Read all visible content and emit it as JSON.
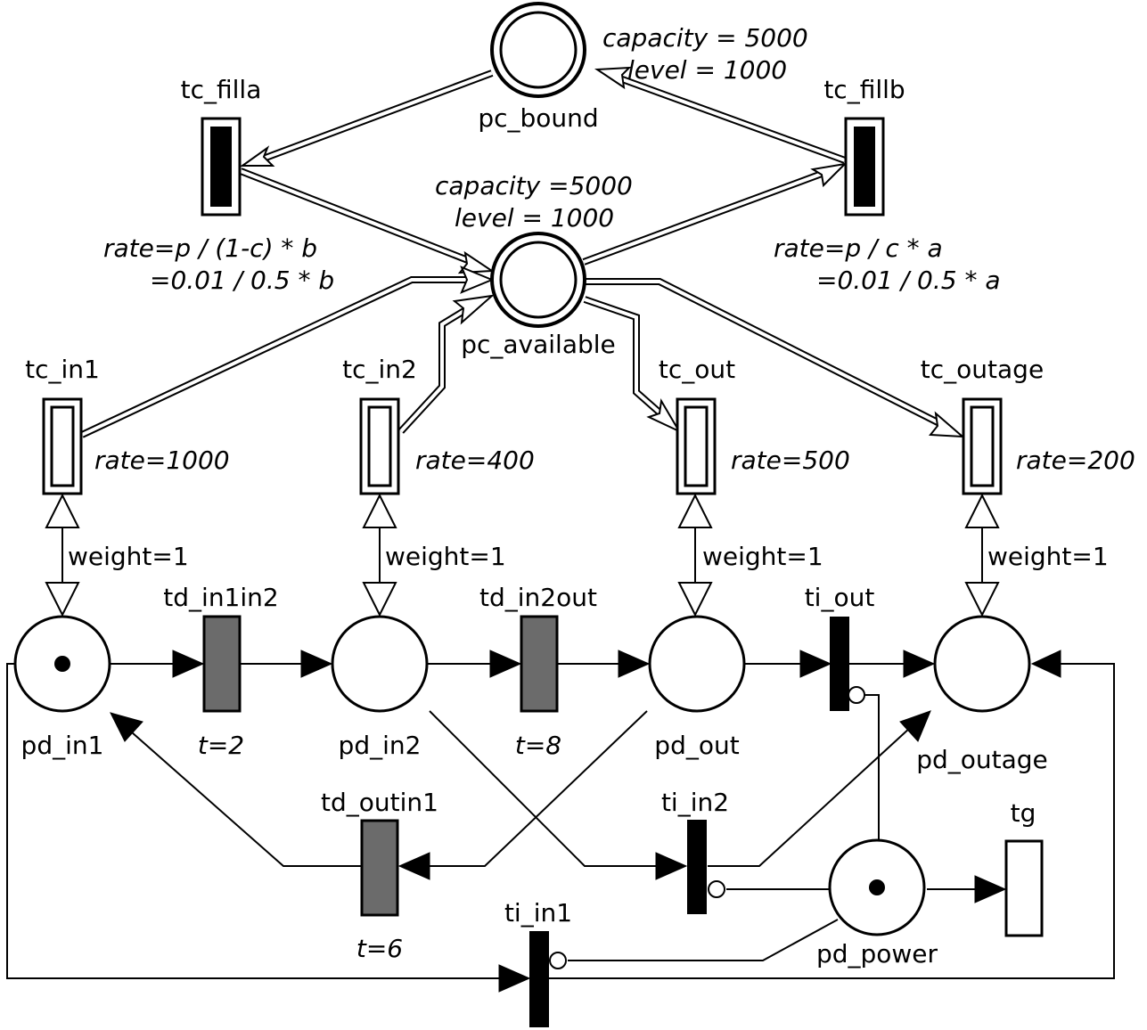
{
  "places": {
    "pc_bound": {
      "name": "pc_bound",
      "capacity": "capacity = 5000",
      "level": "level = 1000"
    },
    "pc_available": {
      "name": "pc_available",
      "capacity": "capacity =5000",
      "level": "level = 1000"
    },
    "pd_in1": {
      "name": "pd_in1"
    },
    "pd_in2": {
      "name": "pd_in2"
    },
    "pd_out": {
      "name": "pd_out"
    },
    "pd_outage": {
      "name": "pd_outage"
    },
    "pd_power": {
      "name": "pd_power"
    }
  },
  "transitions": {
    "tc_filla": {
      "name": "tc_filla",
      "rate1": "rate=p / (1-c) * b",
      "rate2": "=0.01 / 0.5 * b"
    },
    "tc_fillb": {
      "name": "tc_fillb",
      "rate1": "rate=p / c * a",
      "rate2": "=0.01 / 0.5 * a"
    },
    "tc_in1": {
      "name": "tc_in1",
      "rate": "rate=1000"
    },
    "tc_in2": {
      "name": "tc_in2",
      "rate": "rate=400"
    },
    "tc_out": {
      "name": "tc_out",
      "rate": "rate=500"
    },
    "tc_outage": {
      "name": "tc_outage",
      "rate": "rate=200"
    },
    "td_in1in2": {
      "name": "td_in1in2",
      "delay": "t=2"
    },
    "td_in2out": {
      "name": "td_in2out",
      "delay": "t=8"
    },
    "td_outin1": {
      "name": "td_outin1",
      "delay": "t=6"
    },
    "ti_out": {
      "name": "ti_out"
    },
    "ti_in2": {
      "name": "ti_in2"
    },
    "ti_in1": {
      "name": "ti_in1"
    },
    "tg": {
      "name": "tg"
    }
  },
  "weights": {
    "in1": "weight=1",
    "in2": "weight=1",
    "out": "weight=1",
    "outage": "weight=1"
  }
}
